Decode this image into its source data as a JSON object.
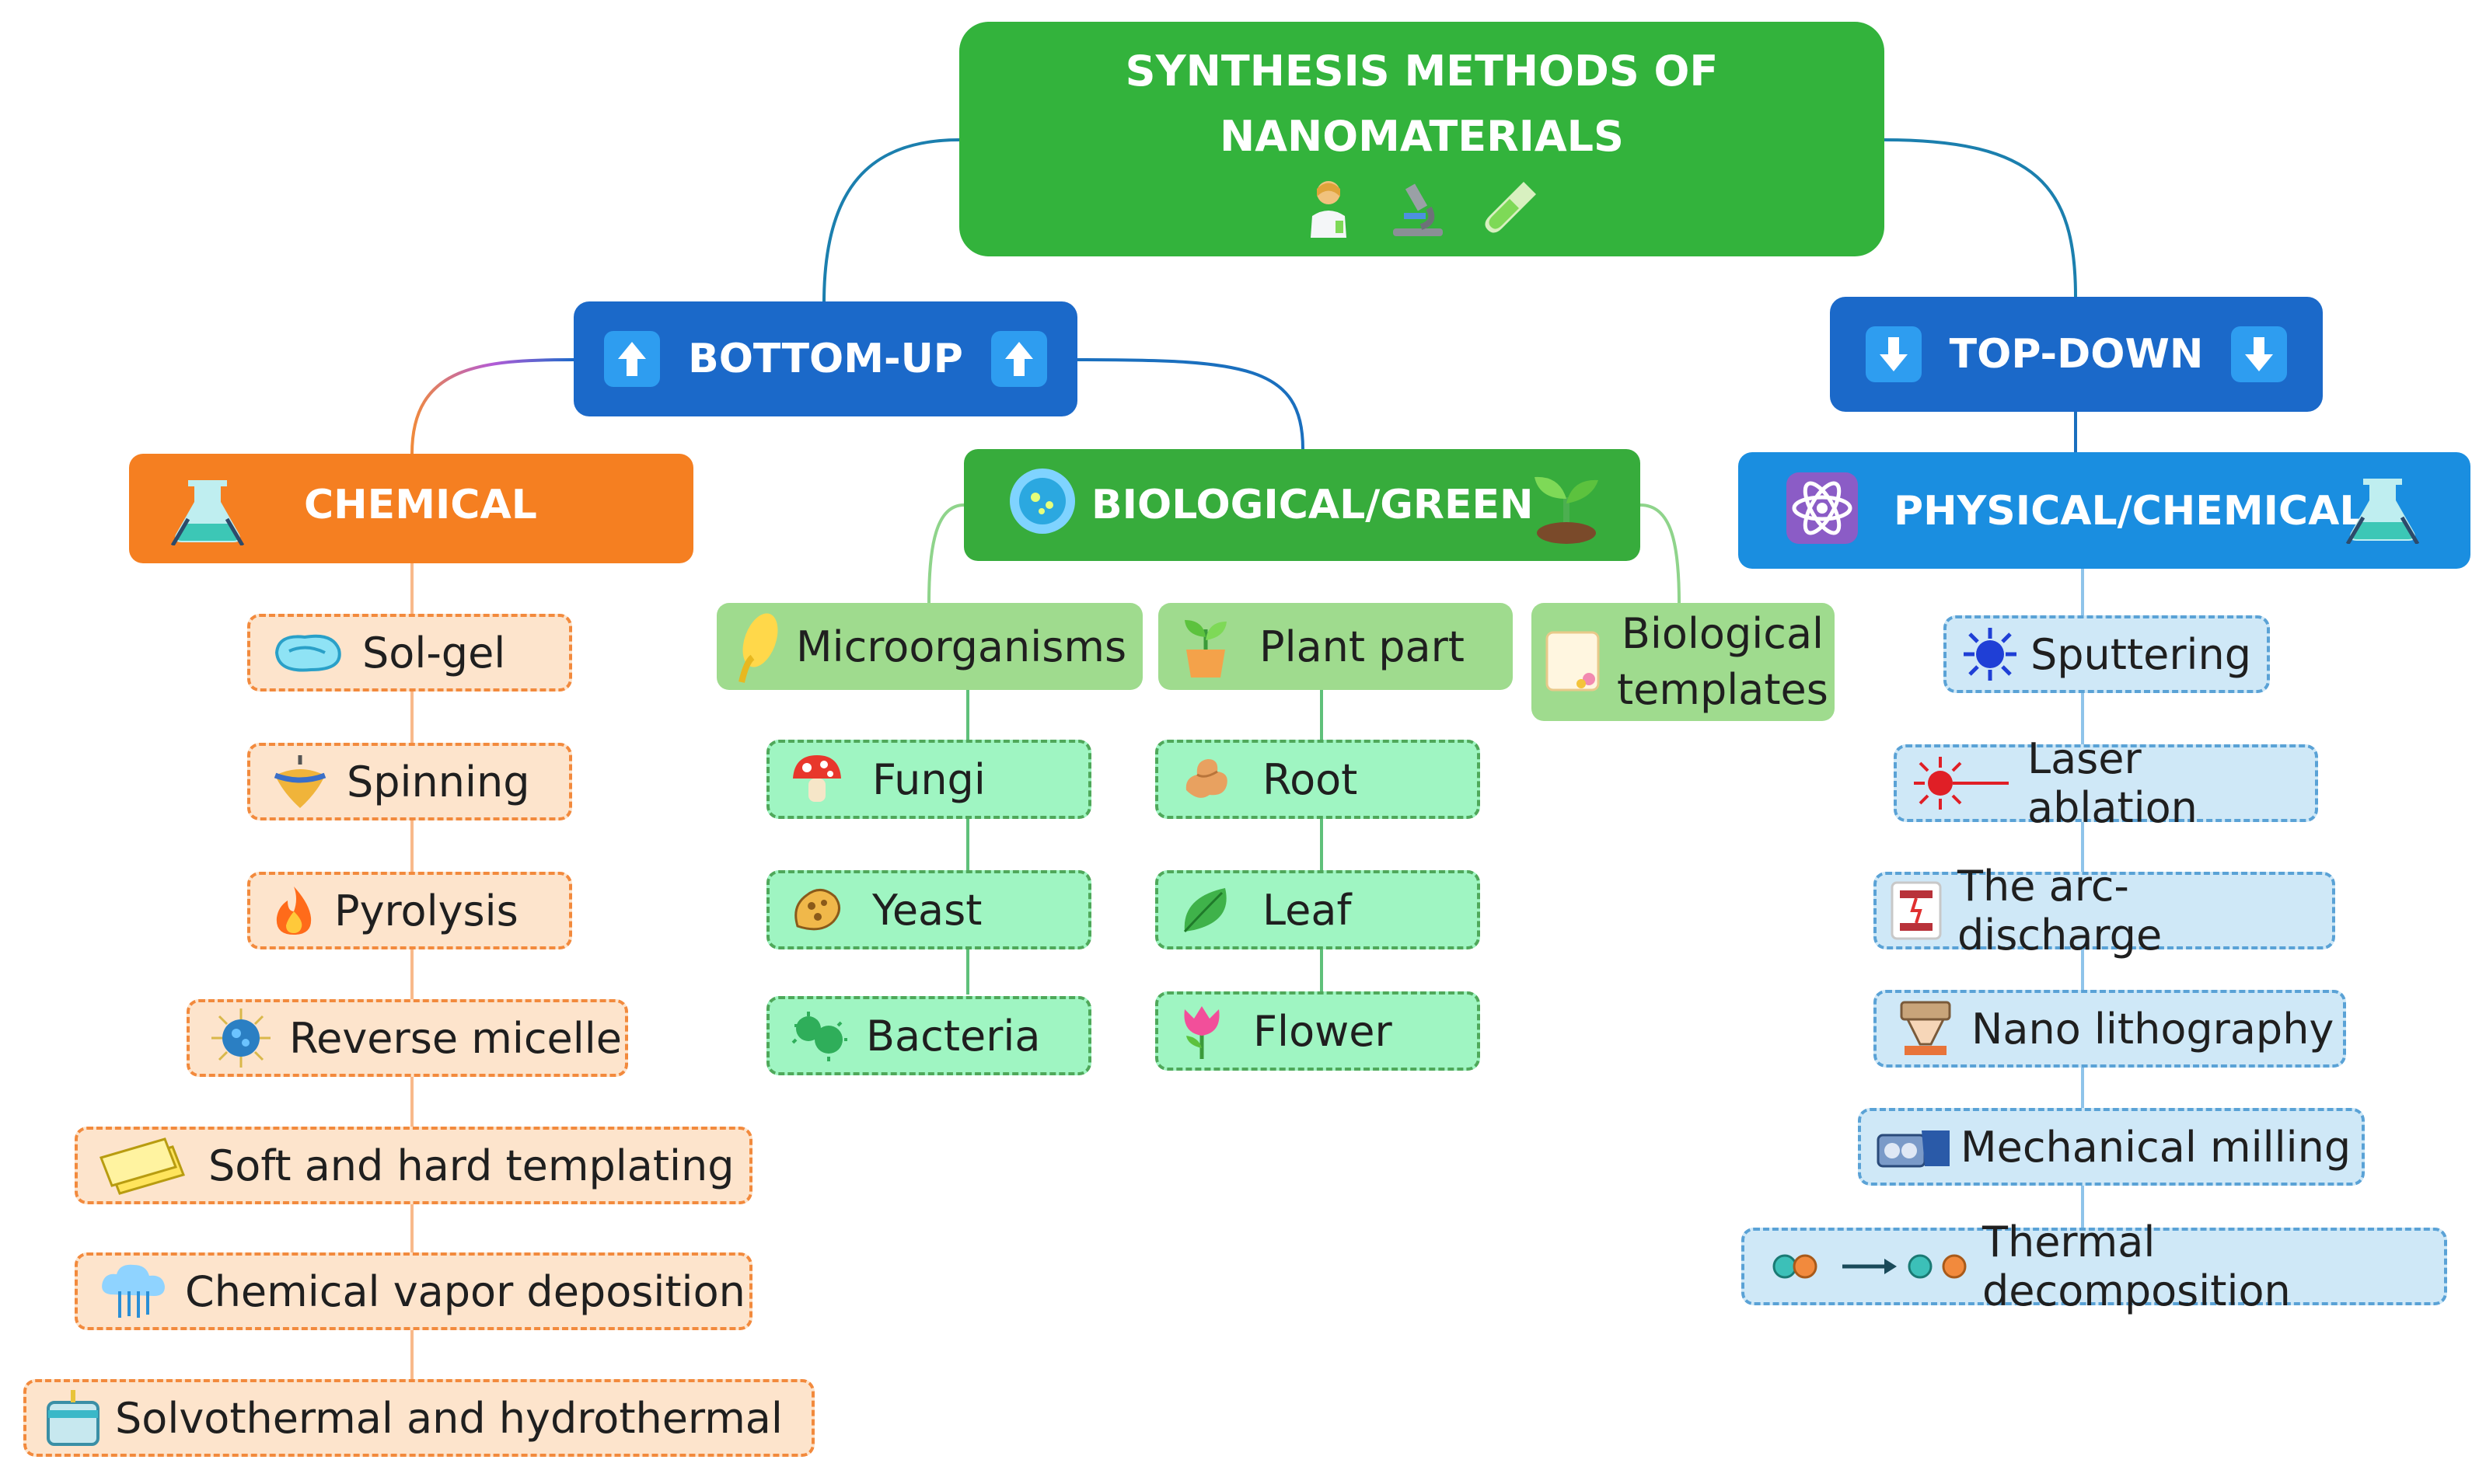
{
  "root": {
    "line1": "SYNTHESIS METHODS OF",
    "line2": "NANOMATERIALS"
  },
  "branches": {
    "bottom_up": "BOTTOM-UP",
    "top_down": "TOP-DOWN"
  },
  "categories": {
    "chemical": "CHEMICAL",
    "biological": "BIOLOGICAL/GREEN",
    "physical": "PHYSICAL/CHEMICAL"
  },
  "chemical_items": [
    "Sol-gel",
    "Spinning",
    "Pyrolysis",
    "Reverse micelle",
    "Soft and hard templating",
    "Chemical vapor deposition",
    "Solvothermal and hydrothermal"
  ],
  "bio_groups": {
    "microorganisms": "Microorganisms",
    "plant_part": "Plant part",
    "templates_line1": "Biological",
    "templates_line2": "templates"
  },
  "micro_items": [
    "Fungi",
    "Yeast",
    "Bacteria"
  ],
  "plant_items": [
    "Root",
    "Leaf",
    "Flower"
  ],
  "physical_items": [
    "Sputtering",
    "Laser ablation",
    "The arc-discharge",
    "Nano lithography",
    "Mechanical milling",
    "Thermal decomposition"
  ],
  "icons": {
    "root": [
      "scientist-icon",
      "microscope-icon",
      "test-tube-icon"
    ],
    "chemical": "flask-icon",
    "biological": "petri-dish-icon",
    "biological_right": "seedling-icon",
    "physical": "atom-icon",
    "physical_right": "flask-icon"
  },
  "colors": {
    "root": "#33b33c",
    "branch": "#1b69c9",
    "chemical": "#f57f21",
    "biological": "#37ac3c",
    "physical": "#1a8ee0"
  }
}
